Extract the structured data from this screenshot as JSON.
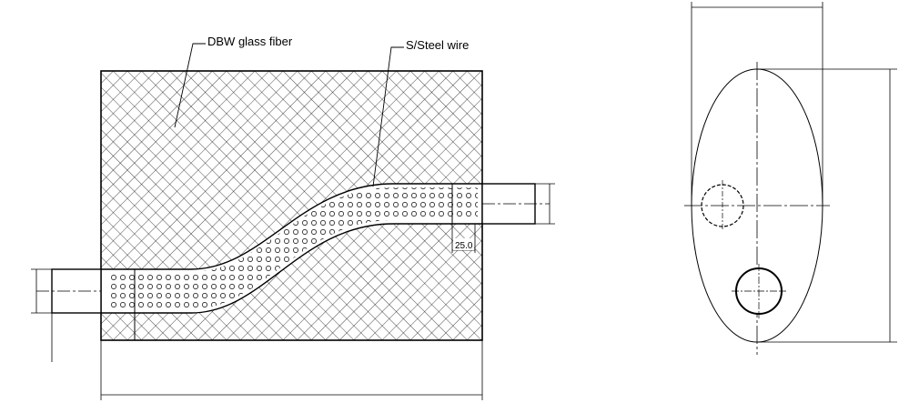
{
  "labels": {
    "glass_fiber": "DBW glass fiber",
    "steel_wire": "S/Steel wire"
  },
  "dimensions": {
    "insert_depth": "25.0"
  },
  "colors": {
    "line": "#000000",
    "background": "#ffffff"
  }
}
